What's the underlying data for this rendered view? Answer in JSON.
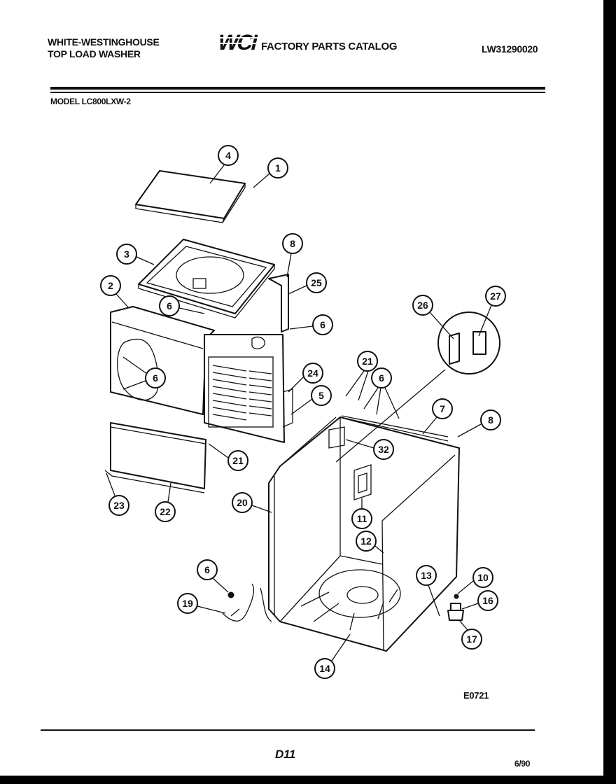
{
  "header": {
    "brand_line1": "WHITE-WESTINGHOUSE",
    "brand_line2": "TOP LOAD WASHER",
    "logo_text": "WCI",
    "catalog_title": "FACTORY PARTS CATALOG",
    "catalog_number": "LW31290020",
    "model": "MODEL LC800LXW-2"
  },
  "diagram": {
    "callouts": [
      {
        "id": "c4",
        "label": "4"
      },
      {
        "id": "c1",
        "label": "1"
      },
      {
        "id": "c3",
        "label": "3"
      },
      {
        "id": "c8a",
        "label": "8"
      },
      {
        "id": "c2",
        "label": "2"
      },
      {
        "id": "c25",
        "label": "25"
      },
      {
        "id": "c6a",
        "label": "6"
      },
      {
        "id": "c6b",
        "label": "6"
      },
      {
        "id": "c6c",
        "label": "6"
      },
      {
        "id": "c26",
        "label": "26"
      },
      {
        "id": "c27",
        "label": "27"
      },
      {
        "id": "c21a",
        "label": "21"
      },
      {
        "id": "c6d",
        "label": "6"
      },
      {
        "id": "c24",
        "label": "24"
      },
      {
        "id": "c5",
        "label": "5"
      },
      {
        "id": "c7",
        "label": "7"
      },
      {
        "id": "c8b",
        "label": "8"
      },
      {
        "id": "c32",
        "label": "32"
      },
      {
        "id": "c21b",
        "label": "21"
      },
      {
        "id": "c23",
        "label": "23"
      },
      {
        "id": "c22",
        "label": "22"
      },
      {
        "id": "c20",
        "label": "20"
      },
      {
        "id": "c11",
        "label": "11"
      },
      {
        "id": "c12",
        "label": "12"
      },
      {
        "id": "c6e",
        "label": "6"
      },
      {
        "id": "c13",
        "label": "13"
      },
      {
        "id": "c10",
        "label": "10"
      },
      {
        "id": "c19",
        "label": "19"
      },
      {
        "id": "c16",
        "label": "16"
      },
      {
        "id": "c17",
        "label": "17"
      },
      {
        "id": "c14",
        "label": "14"
      }
    ],
    "drawing_code": "E0721"
  },
  "footer": {
    "page_number": "D11",
    "date": "6/90"
  }
}
